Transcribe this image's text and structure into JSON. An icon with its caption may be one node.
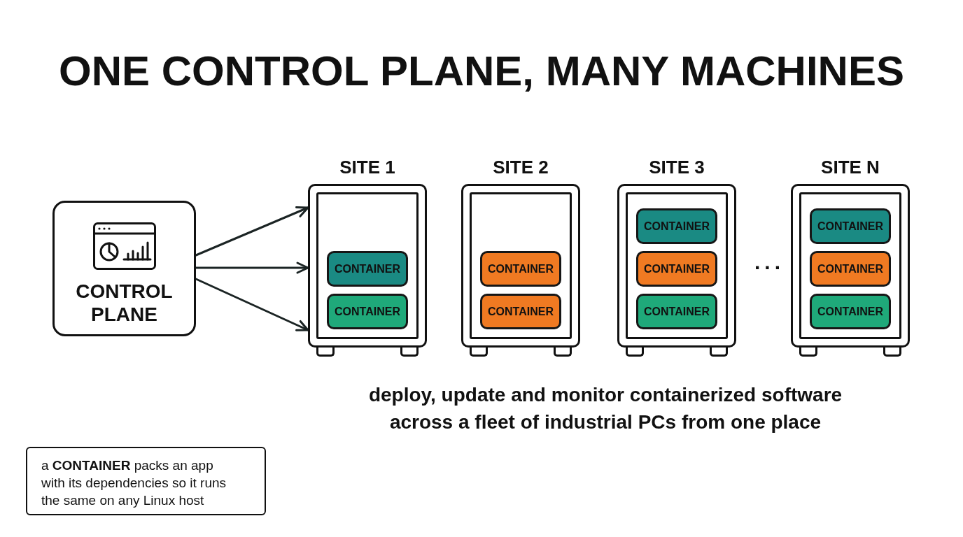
{
  "diagram": {
    "title": "ONE CONTROL PLANE, MANY MACHINES",
    "caption": "deploy, update and monitor containerized software across a fleet of industrial PCs from one place",
    "nodes": [
      {
        "text": [
          "CONTROL PLANE"
        ]
      },
      {
        "text": [
          "SITE 1"
        ]
      },
      {
        "text": [
          "CONTAINER"
        ],
        "in": 1
      },
      {
        "text": [
          "CONTAINER"
        ],
        "in": 1
      },
      {
        "text": [
          "SITE 2"
        ]
      },
      {
        "text": [
          "CONTAINER"
        ],
        "in": 4
      },
      {
        "text": [
          "CONTAINER"
        ],
        "in": 4
      },
      {
        "text": [
          "SITE 3"
        ]
      },
      {
        "text": [
          "CONTAINER"
        ],
        "in": 7
      },
      {
        "text": [
          "CONTAINER"
        ],
        "in": 7
      },
      {
        "text": [
          "CONTAINER"
        ],
        "in": 7
      },
      {
        "text": [
          "SITE N"
        ]
      },
      {
        "text": [
          "CONTAINER"
        ],
        "in": 11
      },
      {
        "text": [
          "CONTAINER"
        ],
        "in": 11
      },
      {
        "text": [
          "CONTAINER"
        ],
        "in": 11
      },
      {
        "text": [
          "a **CONTAINER** packs an app with its dependencies so it runs the same on any Linux host"
        ]
      }
    ],
    "edges": [
      {
        "from": 0,
        "to": 1,
        "arrow": "to"
      },
      {
        "from": 0,
        "to": 1,
        "arrow": "to"
      },
      {
        "from": 0,
        "to": 1,
        "arrow": "to"
      }
    ],
    "labels": [
      "..."
    ]
  }
}
